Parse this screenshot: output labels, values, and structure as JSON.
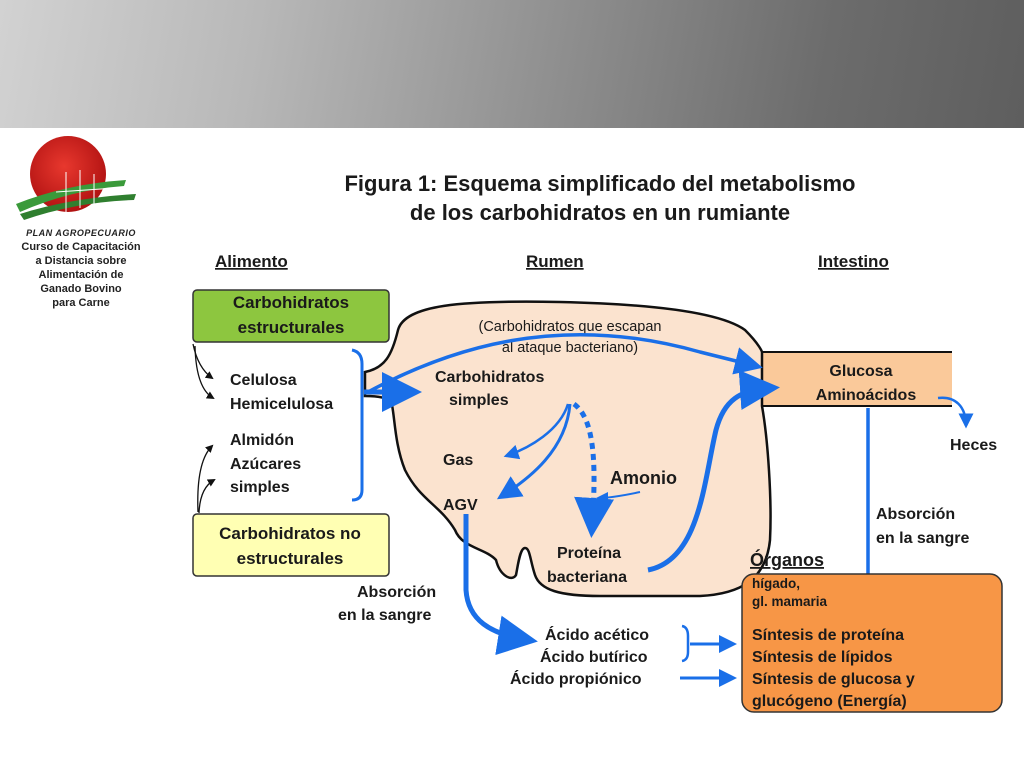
{
  "logo": {
    "brand": "PLAN AGROPECUARIO",
    "subtitle_lines": [
      "Curso de Capacitación",
      "a Distancia sobre",
      "Alimentación de",
      "Ganado Bovino",
      "para Carne"
    ]
  },
  "title": {
    "line1": "Figura 1: Esquema simplificado del metabolismo",
    "line2": "de los carbohidratos en un rumiante"
  },
  "headers": {
    "alimento": "Alimento",
    "rumen": "Rumen",
    "intestino": "Intestino",
    "organos": "Órganos"
  },
  "boxes": {
    "estructurales": [
      "Carbohidratos",
      "estructurales"
    ],
    "no_estructurales": [
      "Carbohidratos no",
      "estructurales"
    ]
  },
  "feed": {
    "structural_items": [
      "Celulosa",
      "Hemicelulosa"
    ],
    "nonstructural_items": [
      "Almidón",
      "Azúcares",
      "simples"
    ]
  },
  "rumen": {
    "escape_note": [
      "(Carbohidratos que escapan",
      "al ataque bacteriano)"
    ],
    "simples": [
      "Carbohidratos",
      "simples"
    ],
    "gas": "Gas",
    "agv": "AGV",
    "amonio": "Amonio",
    "proteina": [
      "Proteína",
      "bacteriana"
    ]
  },
  "intestine": {
    "items": [
      "Glucosa",
      "Aminoácidos"
    ],
    "heces": "Heces",
    "absorcion": [
      "Absorción",
      "en la sangre"
    ]
  },
  "absorcion_left": [
    "Absorción",
    "en la sangre"
  ],
  "acids": [
    "Ácido acético",
    "Ácido butírico",
    "Ácido propiónico"
  ],
  "organs": {
    "subtitle": [
      "hígado,",
      "gl. mamaria"
    ],
    "items": [
      "Síntesis de proteína",
      "Síntesis de lípidos",
      "Síntesis de glucosa y",
      "glucógeno (Energía)"
    ]
  },
  "colors": {
    "arrow_blue": "#1a6fe8",
    "rumen_fill": "#fbe3cf",
    "structural_green": "#8dc63f",
    "nonstructural_yellow": "#ffffb3",
    "intestine_fill": "#fac99a",
    "organs_orange": "#f79646"
  }
}
